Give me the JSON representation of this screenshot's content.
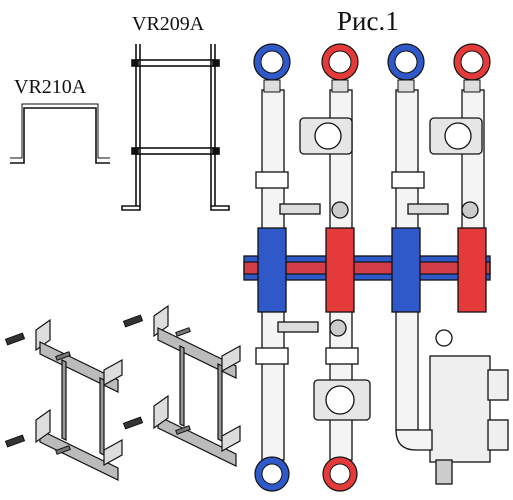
{
  "figure": {
    "caption": "Рис.1"
  },
  "brackets": {
    "vr209a_label": "VR209A",
    "vr210a_label": "VR210A"
  },
  "colors": {
    "cold": "#2f59c8",
    "hot": "#e53a3a",
    "line": "#111111",
    "metal": "#cfcfcf"
  },
  "parts": {
    "valve_heads": [
      {
        "color": "cold"
      },
      {
        "color": "hot"
      },
      {
        "color": "cold"
      },
      {
        "color": "hot"
      },
      {
        "color": "cold"
      },
      {
        "color": "hot"
      }
    ]
  }
}
